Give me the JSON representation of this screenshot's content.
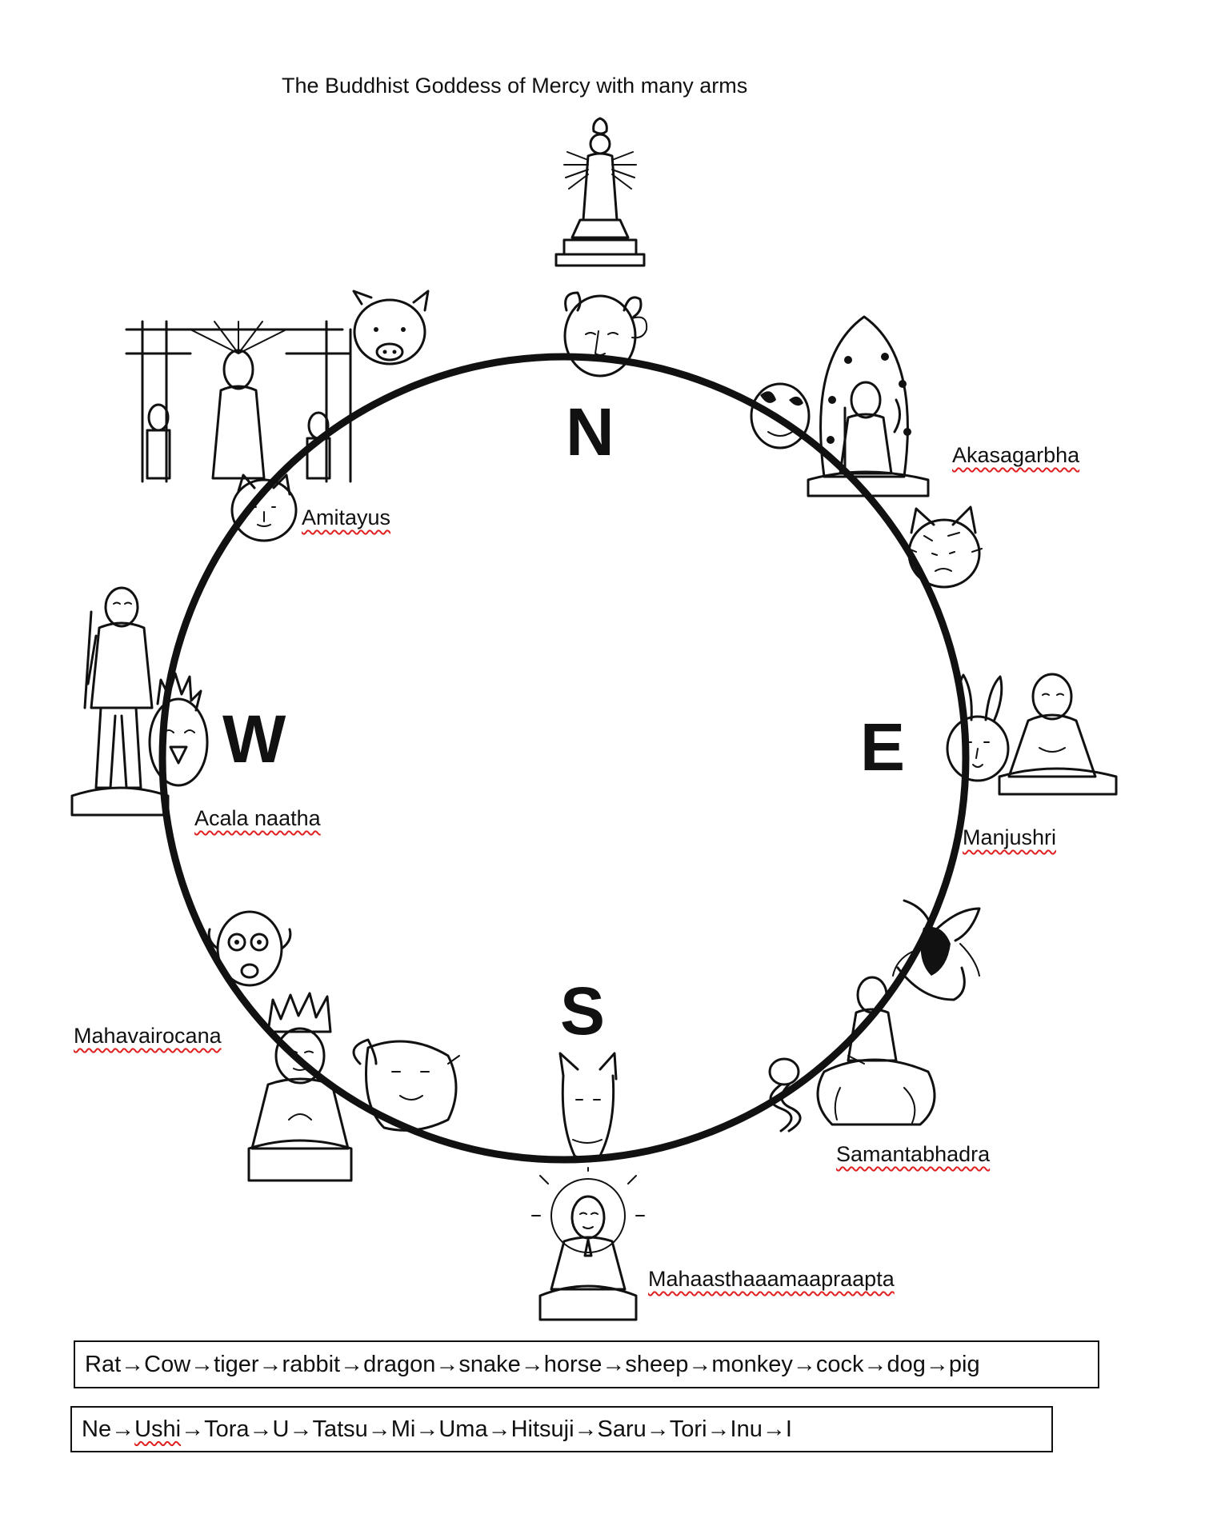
{
  "title": "The Buddhist Goddess of Mercy with many arms",
  "directions": {
    "north": "N",
    "east": "E",
    "south": "S",
    "west": "W"
  },
  "deities": {
    "amitayus": "Amitayus",
    "akasagarbha": "Akasagarbha",
    "acala": "Acala naatha",
    "manjushri": "Manjushri",
    "mahavairocana": "Mahavairocana",
    "samantabhadra": "Samantabhadra",
    "mahaasthaama": "Mahaasthaaamaapraapta"
  },
  "zodiac_english": "Rat→Cow→tiger→rabbit→dragon→snake→horse→sheep→monkey→cock→dog→pig",
  "zodiac_japanese": {
    "ne": "Ne→",
    "ushi": "Ushi",
    "rest": "→Tora→U→Tatsu→Mi→Uma→Hitsuji→Saru→Tori→Inu→I"
  },
  "icons": [
    "buddha-figure-icon",
    "rat-face-icon",
    "pig-face-icon",
    "cow-face-icon",
    "tiger-face-icon",
    "rabbit-face-icon",
    "dragon-face-icon",
    "snake-icon",
    "horse-face-icon",
    "sheep-face-icon",
    "monkey-face-icon",
    "cock-face-icon",
    "dog-face-icon"
  ],
  "colors": {
    "line": "#111111",
    "underline": "#e02020"
  }
}
